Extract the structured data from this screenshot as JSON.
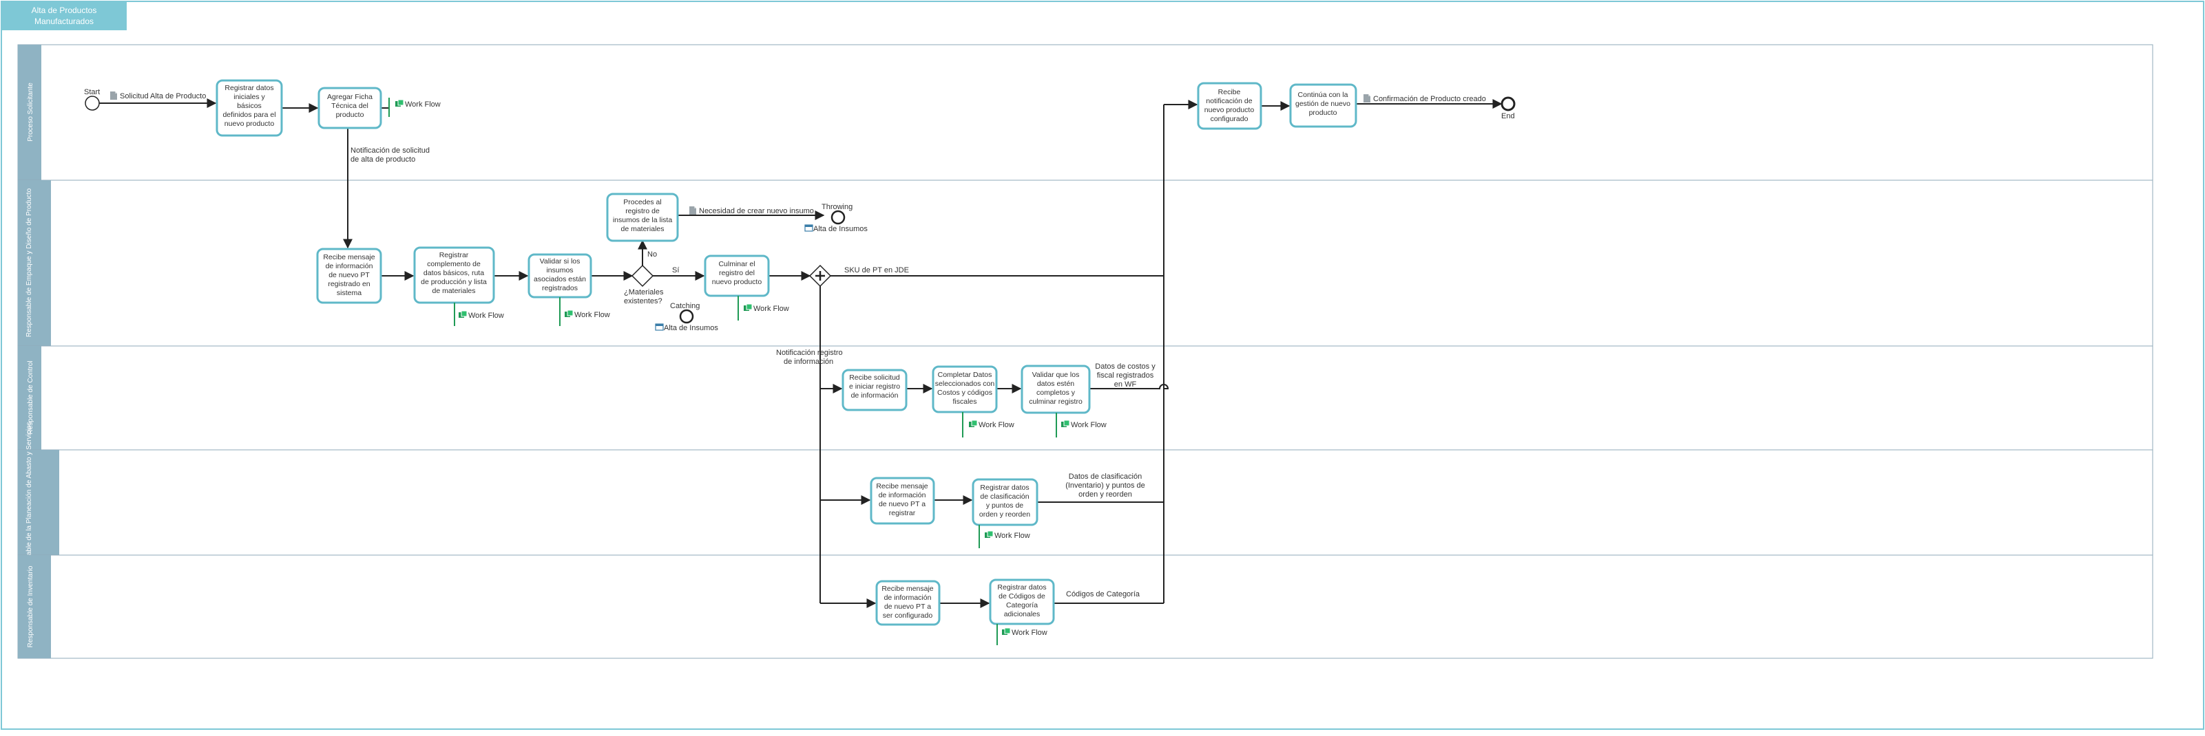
{
  "header": {
    "title_line1": "Alta de Productos",
    "title_line2": "Manufacturados"
  },
  "colors": {
    "accent": "#5fb8c8",
    "lane_header": "#8fb3c3",
    "header_tab": "#7ec8d6",
    "workflow_icon": "#1f9a55",
    "line": "#222222"
  },
  "lanes": [
    {
      "name": "Proceso Solicitante ",
      "id": "lane-solicitante"
    },
    {
      "name": "Responsable de Empaque y Diseño de Producto ",
      "id": "lane-empaque"
    },
    {
      "name": "Responsable de Control ",
      "id": "lane-control"
    },
    {
      "name": "Responsable de la Planeación de Abasto y Servicios ",
      "id": "lane-planeacion"
    },
    {
      "name": "Responsable de Inventario ",
      "id": "lane-inventario"
    }
  ],
  "tasks": {
    "t1": [
      "Registrar datos",
      "iniciales y",
      "básicos",
      "definidos para el",
      "nuevo producto"
    ],
    "t2": [
      "Agregar Ficha",
      "Técnica del",
      "producto"
    ],
    "t3": [
      "Recibe",
      "notificación de",
      "nuevo producto",
      "configurado"
    ],
    "t4": [
      "Continúa con la",
      "gestión de nuevo",
      "producto"
    ],
    "t5": [
      "Recibe mensaje",
      "de información",
      "de nuevo PT",
      "registrado en",
      "sistema"
    ],
    "t6": [
      "Registrar",
      "complemento de",
      "datos básicos, ruta",
      "de producción y lista",
      "de materiales"
    ],
    "t7": [
      "Validar si los",
      "insumos",
      "asociados están",
      "registrados"
    ],
    "t8": [
      "Procedes al",
      "registro de",
      "insumos de la lista",
      "de materiales"
    ],
    "t9": [
      "Culminar el",
      "registro del",
      "nuevo producto"
    ],
    "t10": [
      "Recibe solicitud",
      "e iniciar registro",
      "de información"
    ],
    "t11": [
      "Completar Datos",
      "seleccionados con",
      "Costos y códigos",
      "fiscales"
    ],
    "t12": [
      "Validar que los",
      "datos estén",
      "completos y",
      "culminar registro"
    ],
    "t13": [
      "Recibe mensaje",
      "de información",
      "de nuevo PT a",
      "registrar"
    ],
    "t14": [
      "Registrar datos",
      "de clasificación",
      "y puntos de",
      "orden y reorden"
    ],
    "t15": [
      "Recibe mensaje",
      "de información",
      "de nuevo PT a",
      "ser configurado"
    ],
    "t16": [
      "Registrar datos",
      "de Códigos de",
      "Categoría",
      "adicionales"
    ]
  },
  "events": {
    "start": "Start",
    "end": "End",
    "throwing": "Throwing",
    "catching": "Catching"
  },
  "gateway": {
    "question_line1": "¿Materiales",
    "question_line2": "existentes?",
    "no": "No",
    "yes": "Sí"
  },
  "labels": {
    "workflow": "Work Flow",
    "doc_start": "Solicitud Alta de Producto",
    "doc_end": "Confirmación de Producto creado",
    "doc_insumo": "Necesidad de crear nuevo insumo",
    "alta_insumos": "Alta de Insumos",
    "notif_line1": "Notificación de solicitud",
    "notif_line2": "de alta de producto",
    "sku": "SKU de PT en JDE",
    "notif_reg_line1": "Notificación registro",
    "notif_reg_line2": "de información",
    "costos_line1": "Datos de costos y",
    "costos_line2": "fiscal registrados",
    "costos_line3": "en WF",
    "clasif_line1": "Datos de clasificación",
    "clasif_line2": "(Inventario) y puntos de",
    "clasif_line3": "orden y reorden",
    "categoria": "Códigos de Categoría"
  }
}
